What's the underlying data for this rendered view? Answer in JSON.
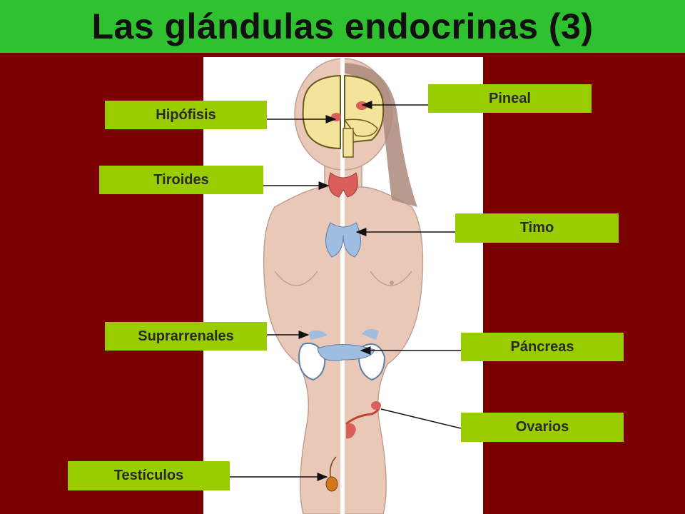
{
  "title": "Las glándulas endocrinas (3)",
  "colors": {
    "background": "#7a0000",
    "title_bar": "#2fc12f",
    "label_fill": "#9acd00",
    "skin": "#e9c8b8",
    "brain": "#f4e39a",
    "gland_red": "#d9605a",
    "gland_blue": "#9fbde0"
  },
  "labels": {
    "hipofisis": "Hipófisis",
    "pineal": "Pineal",
    "tiroides": "Tiroides",
    "timo": "Timo",
    "suprarrenales": "Suprarrenales",
    "pancreas": "Páncreas",
    "ovarios": "Ovarios",
    "testiculos": "Testículos"
  }
}
